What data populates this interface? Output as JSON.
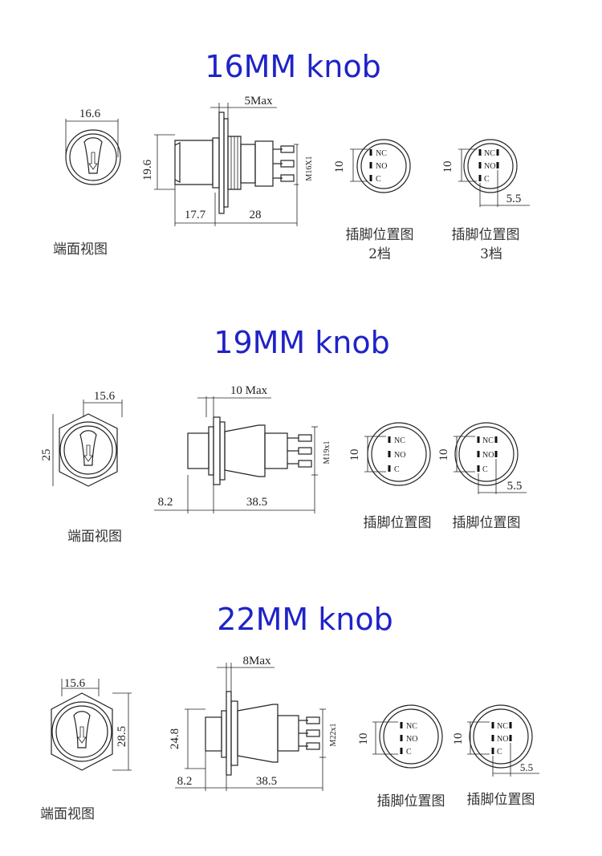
{
  "sections": [
    {
      "title": "16MM knob",
      "face": {
        "width": "16.6",
        "caption": "端面视图"
      },
      "side": {
        "max": "5Max",
        "height": "19.6",
        "front": "17.7",
        "body": "28",
        "thread": "M16X1"
      },
      "pinout2": {
        "height": "10",
        "pins": [
          "NC",
          "NO",
          "C"
        ],
        "caption": "插脚位置图",
        "sub": "2档"
      },
      "pinout3": {
        "height": "10",
        "pins": [
          "NC",
          "NO",
          "C"
        ],
        "spacing": "5.5",
        "caption": "插脚位置图",
        "sub": "3档"
      }
    },
    {
      "title": "19MM knob",
      "face": {
        "width": "15.6",
        "height": "25",
        "caption": "端面视图"
      },
      "side": {
        "max": "10 Max",
        "front": "8.2",
        "body": "38.5",
        "thread": "M19x1"
      },
      "pinout2": {
        "height": "10",
        "pins": [
          "NC",
          "NO",
          "C"
        ],
        "caption": "插脚位置图"
      },
      "pinout3": {
        "height": "10",
        "pins": [
          "NC",
          "NO",
          "C"
        ],
        "spacing": "5.5",
        "caption": "插脚位置图"
      }
    },
    {
      "title": "22MM knob",
      "face": {
        "width": "15.6",
        "height": "28.5",
        "caption": "端面视图"
      },
      "side": {
        "max": "8Max",
        "height": "24.8",
        "front": "8.2",
        "body": "38.5",
        "thread": "M22x1"
      },
      "pinout2": {
        "height": "10",
        "pins": [
          "NC",
          "NO",
          "C"
        ],
        "caption": "插脚位置图"
      },
      "pinout3": {
        "height": "10",
        "pins": [
          "NC",
          "NO",
          "C"
        ],
        "spacing": "5.5",
        "caption": "插脚位置图"
      }
    }
  ]
}
